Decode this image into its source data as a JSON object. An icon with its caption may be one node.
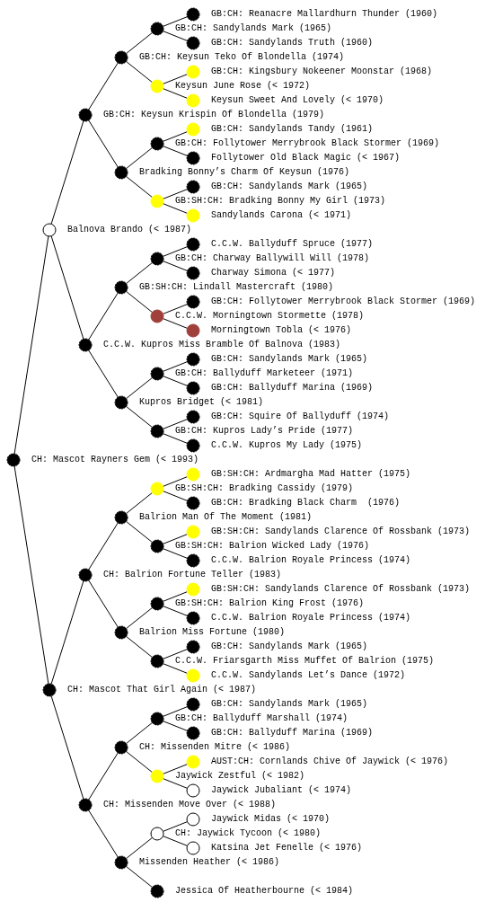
{
  "diagram": {
    "nodes": [
      {
        "text": [
          "GB:CH: Reanacre Mallardhurn Thunder (1960)"
        ]
      },
      {
        "text": [
          "GB:CH: Sandylands Mark (1965)"
        ]
      },
      {
        "text": [
          "GB:CH: Sandylands Truth (1960)"
        ]
      },
      {
        "text": [
          "GB:CH: Keysun Teko Of Blondella (1974)"
        ]
      },
      {
        "text": [
          "GB:CH: Kingsbury Nokeener Moonstar (1968)"
        ]
      },
      {
        "text": [
          "Keysun June Rose (< 1972)"
        ]
      },
      {
        "text": [
          "Keysun Sweet And Lovely (< 1970)"
        ]
      },
      {
        "text": [
          "GB:CH: Keysun Krispin Of Blondella (1979)"
        ]
      },
      {
        "text": [
          "GB:CH: Sandylands Tandy (1961)"
        ]
      },
      {
        "text": [
          "GB:CH: Follytower Merrybrook Black Stormer (1969)"
        ]
      },
      {
        "text": [
          "Follytower Old Black Magic (< 1967)"
        ]
      },
      {
        "text": [
          "Bradking Bonny’s Charm Of Keysun (1976)"
        ]
      },
      {
        "text": [
          "GB:CH: Sandylands Mark (1965)"
        ]
      },
      {
        "text": [
          "GB:SH:CH: Bradking Bonny My Girl (1973)"
        ]
      },
      {
        "text": [
          "Sandylands Carona (< 1971)"
        ]
      },
      {
        "text": [
          "Balnova Brando (< 1987)"
        ]
      },
      {
        "text": [
          "C.C.W. Ballyduff Spruce (1977)"
        ]
      },
      {
        "text": [
          "GB:CH: Charway Ballywill Will (1978)"
        ]
      },
      {
        "text": [
          "Charway Simona (< 1977)"
        ]
      },
      {
        "text": [
          "GB:SH:CH: Lindall Mastercraft (1980)"
        ]
      },
      {
        "text": [
          "GB:CH: Follytower Merrybrook Black Stormer (1969)"
        ]
      },
      {
        "text": [
          "C.C.W. Morningtown Stormette (1978)"
        ]
      },
      {
        "text": [
          "Morningtown Tobla (< 1976)"
        ]
      },
      {
        "text": [
          "C.C.W. Kupros Miss Bramble Of Balnova (1983)"
        ]
      },
      {
        "text": [
          "GB:CH: Sandylands Mark (1965)"
        ]
      },
      {
        "text": [
          "GB:CH: Ballyduff Marketeer (1971)"
        ]
      },
      {
        "text": [
          "GB:CH: Ballyduff Marina (1969)"
        ]
      },
      {
        "text": [
          "Kupros Bridget (< 1981)"
        ]
      },
      {
        "text": [
          "GB:CH: Squire Of Ballyduff (1974)"
        ]
      },
      {
        "text": [
          "GB:CH: Kupros Lady’s Pride (1977)"
        ]
      },
      {
        "text": [
          "C.C.W. Kupros My Lady (1975)"
        ]
      },
      {
        "text": [
          "CH: Mascot Rayners Gem (< 1993)"
        ]
      },
      {
        "text": [
          "GB:SH:CH: Ardmargha Mad Hatter (1975)"
        ]
      },
      {
        "text": [
          "GB:SH:CH: Bradking Cassidy (1979)"
        ]
      },
      {
        "text": [
          "GB:CH: Bradking Black Charm  (1976)"
        ]
      },
      {
        "text": [
          "Balrion Man Of The Moment (1981)"
        ]
      },
      {
        "text": [
          "GB:SH:CH: Sandylands Clarence Of Rossbank (1973)"
        ]
      },
      {
        "text": [
          "GB:SH:CH: Balrion Wicked Lady (1976)"
        ]
      },
      {
        "text": [
          "C.C.W. Balrion Royale Princess (1974)"
        ]
      },
      {
        "text": [
          "CH: Balrion Fortune Teller (1983)"
        ]
      },
      {
        "text": [
          "GB:SH:CH: Sandylands Clarence Of Rossbank (1973)"
        ]
      },
      {
        "text": [
          "GB:SH:CH: Balrion King Frost (1976)"
        ]
      },
      {
        "text": [
          "C.C.W. Balrion Royale Princess (1974)"
        ]
      },
      {
        "text": [
          "Balrion Miss Fortune (1980)"
        ]
      },
      {
        "text": [
          "GB:CH: Sandylands Mark (1965)"
        ]
      },
      {
        "text": [
          "C.C.W. Friarsgarth Miss Muffet Of Balrion (1975)"
        ]
      },
      {
        "text": [
          "C.C.W. Sandylands Let’s Dance (1972)"
        ]
      },
      {
        "text": [
          "CH: Mascot That Girl Again (< 1987)"
        ]
      },
      {
        "text": [
          "GB:CH: Sandylands Mark (1965)"
        ]
      },
      {
        "text": [
          "GB:CH: Ballyduff Marshall (1974)"
        ]
      },
      {
        "text": [
          "GB:CH: Ballyduff Marina (1969)"
        ]
      },
      {
        "text": [
          "CH: Missenden Mitre (< 1986)"
        ]
      },
      {
        "text": [
          "AUST:CH: Cornlands Chive Of Jaywick (< 1976)"
        ]
      },
      {
        "text": [
          "Jaywick Zestful (< 1982)"
        ]
      },
      {
        "text": [
          "Jaywick Jubaliant (< 1974)"
        ]
      },
      {
        "text": [
          "CH: Missenden Move Over (< 1988)"
        ]
      },
      {
        "text": [
          "Jaywick Midas (< 1970)"
        ]
      },
      {
        "text": [
          "CH: Jaywick Tycoon (< 1980)"
        ]
      },
      {
        "text": [
          "Katsina Jet Fenelle (< 1976)"
        ]
      },
      {
        "text": [
          "Missenden Heather (< 1986)"
        ]
      },
      {
        "text": [
          "Jessica Of Heatherbourne (< 1984)"
        ]
      }
    ],
    "edges": [
      {
        "from": 31,
        "to": 15,
        "arrow": "none"
      },
      {
        "from": 31,
        "to": 47,
        "arrow": "none"
      },
      {
        "from": 15,
        "to": 7,
        "arrow": "none"
      },
      {
        "from": 15,
        "to": 23,
        "arrow": "none"
      },
      {
        "from": 7,
        "to": 3,
        "arrow": "none"
      },
      {
        "from": 7,
        "to": 11,
        "arrow": "none"
      },
      {
        "from": 3,
        "to": 1,
        "arrow": "none"
      },
      {
        "from": 3,
        "to": 5,
        "arrow": "none"
      },
      {
        "from": 1,
        "to": 0,
        "arrow": "none"
      },
      {
        "from": 1,
        "to": 2,
        "arrow": "none"
      },
      {
        "from": 5,
        "to": 4,
        "arrow": "none"
      },
      {
        "from": 5,
        "to": 6,
        "arrow": "none"
      },
      {
        "from": 11,
        "to": 9,
        "arrow": "none"
      },
      {
        "from": 11,
        "to": 13,
        "arrow": "none"
      },
      {
        "from": 9,
        "to": 8,
        "arrow": "none"
      },
      {
        "from": 9,
        "to": 10,
        "arrow": "none"
      },
      {
        "from": 13,
        "to": 12,
        "arrow": "none"
      },
      {
        "from": 13,
        "to": 14,
        "arrow": "none"
      },
      {
        "from": 23,
        "to": 19,
        "arrow": "none"
      },
      {
        "from": 23,
        "to": 27,
        "arrow": "none"
      },
      {
        "from": 19,
        "to": 17,
        "arrow": "none"
      },
      {
        "from": 19,
        "to": 21,
        "arrow": "none"
      },
      {
        "from": 17,
        "to": 16,
        "arrow": "none"
      },
      {
        "from": 17,
        "to": 18,
        "arrow": "none"
      },
      {
        "from": 21,
        "to": 20,
        "arrow": "none"
      },
      {
        "from": 21,
        "to": 22,
        "arrow": "none"
      },
      {
        "from": 27,
        "to": 25,
        "arrow": "none"
      },
      {
        "from": 27,
        "to": 29,
        "arrow": "none"
      },
      {
        "from": 25,
        "to": 24,
        "arrow": "none"
      },
      {
        "from": 25,
        "to": 26,
        "arrow": "none"
      },
      {
        "from": 29,
        "to": 28,
        "arrow": "none"
      },
      {
        "from": 29,
        "to": 30,
        "arrow": "none"
      },
      {
        "from": 47,
        "to": 39,
        "arrow": "none"
      },
      {
        "from": 47,
        "to": 55,
        "arrow": "none"
      },
      {
        "from": 39,
        "to": 35,
        "arrow": "none"
      },
      {
        "from": 39,
        "to": 43,
        "arrow": "none"
      },
      {
        "from": 35,
        "to": 33,
        "arrow": "none"
      },
      {
        "from": 35,
        "to": 37,
        "arrow": "none"
      },
      {
        "from": 33,
        "to": 32,
        "arrow": "none"
      },
      {
        "from": 33,
        "to": 34,
        "arrow": "none"
      },
      {
        "from": 37,
        "to": 36,
        "arrow": "none"
      },
      {
        "from": 37,
        "to": 38,
        "arrow": "none"
      },
      {
        "from": 43,
        "to": 41,
        "arrow": "none"
      },
      {
        "from": 43,
        "to": 45,
        "arrow": "none"
      },
      {
        "from": 41,
        "to": 40,
        "arrow": "none"
      },
      {
        "from": 41,
        "to": 42,
        "arrow": "none"
      },
      {
        "from": 45,
        "to": 44,
        "arrow": "none"
      },
      {
        "from": 45,
        "to": 46,
        "arrow": "none"
      },
      {
        "from": 55,
        "to": 51,
        "arrow": "none"
      },
      {
        "from": 55,
        "to": 59,
        "arrow": "none"
      },
      {
        "from": 51,
        "to": 49,
        "arrow": "none"
      },
      {
        "from": 51,
        "to": 53,
        "arrow": "none"
      },
      {
        "from": 49,
        "to": 48,
        "arrow": "none"
      },
      {
        "from": 49,
        "to": 50,
        "arrow": "none"
      },
      {
        "from": 53,
        "to": 52,
        "arrow": "none"
      },
      {
        "from": 53,
        "to": 54,
        "arrow": "none"
      },
      {
        "from": 59,
        "to": 57,
        "arrow": "none"
      },
      {
        "from": 59,
        "to": 60,
        "arrow": "none"
      },
      {
        "from": 57,
        "to": 56,
        "arrow": "none"
      },
      {
        "from": 57,
        "to": 58,
        "arrow": "none"
      }
    ]
  }
}
